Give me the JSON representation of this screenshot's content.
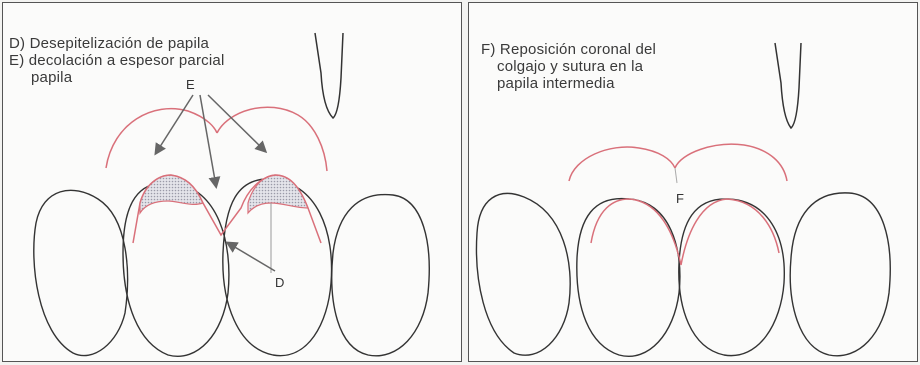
{
  "left_panel": {
    "caption_line1": "D) Desepitelización de papila",
    "caption_line2": "E) decolación a espesor parcial",
    "caption_line3": "papila",
    "label_E": "E",
    "label_D": "D"
  },
  "right_panel": {
    "caption_line1": "F) Reposición coronal del",
    "caption_line2": "colgajo y sutura en la",
    "caption_line3": "papila intermedia",
    "label_F": "F"
  },
  "colors": {
    "tooth_outline": "#333333",
    "flap_line": "#d9707a",
    "arrow": "#666666",
    "deepithelialized_fill": "#c9c9d3"
  }
}
